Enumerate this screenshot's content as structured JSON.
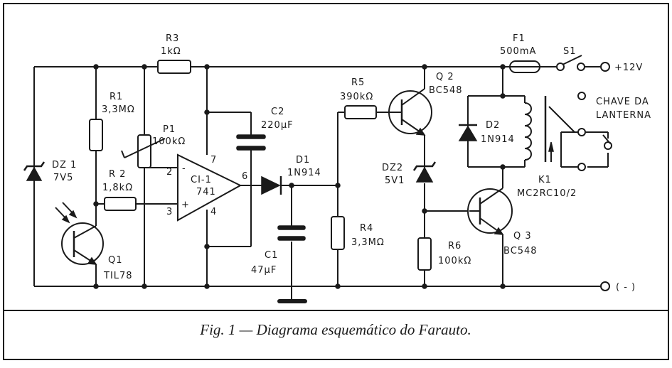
{
  "caption": "Fig. 1 — Diagrama esquemático do Farauto.",
  "components": {
    "r3": {
      "ref": "R3",
      "value": "1kΩ"
    },
    "r1": {
      "ref": "R1",
      "value": "3,3MΩ"
    },
    "p1": {
      "ref": "P1",
      "value": "100kΩ"
    },
    "r2": {
      "ref": "R 2",
      "value": "1,8kΩ"
    },
    "dz1": {
      "ref": "DZ 1",
      "value": "7V5"
    },
    "q1": {
      "ref": "Q1",
      "value": "TIL78"
    },
    "ci1": {
      "ref": "CI-1",
      "value": "741",
      "pin_minus": "-",
      "pin_plus": "+",
      "pin2": "2",
      "pin3": "3",
      "pin4": "4",
      "pin6": "6",
      "pin7": "7"
    },
    "c2": {
      "ref": "C2",
      "value": "220μF"
    },
    "d1": {
      "ref": "D1",
      "value": "1N914"
    },
    "c1": {
      "ref": "C1",
      "value": "47μF"
    },
    "r5": {
      "ref": "R5",
      "value": "390kΩ"
    },
    "r4": {
      "ref": "R4",
      "value": "3,3MΩ"
    },
    "q2": {
      "ref": "Q 2",
      "value": "BC548"
    },
    "dz2": {
      "ref": "DZ2",
      "value": "5V1"
    },
    "r6": {
      "ref": "R6",
      "value": "100kΩ"
    },
    "q3": {
      "ref": "Q 3",
      "value": "BC548"
    },
    "d2": {
      "ref": "D2",
      "value": "1N914"
    },
    "k1": {
      "ref": "K1",
      "value": "MC2RC10/2"
    },
    "f1": {
      "ref": "F1",
      "value": "500mA"
    },
    "s1": {
      "ref": "S1"
    }
  },
  "terminals": {
    "positive": "+12V",
    "negative": "( - )",
    "switch_label_line1": "CHAVE DA",
    "switch_label_line2": "LANTERNA"
  }
}
